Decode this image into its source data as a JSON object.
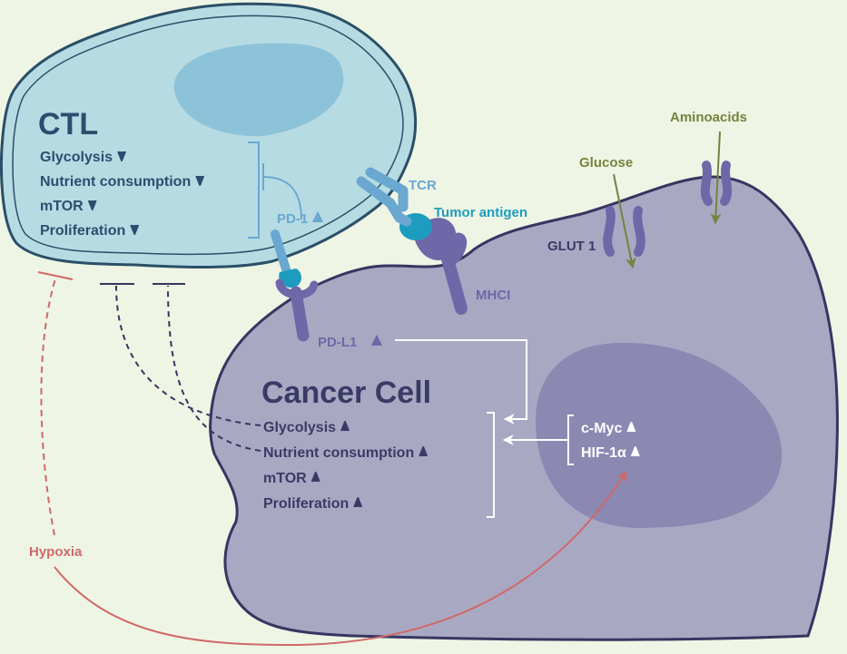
{
  "colors": {
    "background": "#eef5e4",
    "ctl_fill": "#b7dbe3",
    "ctl_stroke": "#2a4f67",
    "ctl_nucleus": "#8cc3d9",
    "ctl_text": "#2e4d6e",
    "cancer_fill": "#a9a8c3",
    "cancer_stroke": "#353660",
    "cancer_nucleus": "#8b88b2",
    "cancer_text": "#3a3a66",
    "receptor_blue": "#6aa7d1",
    "antigen_teal": "#1d9cc0",
    "mhc_purple": "#6e68a8",
    "nutrient_olive": "#77823f",
    "hypoxia_red": "#d06868",
    "inhibit_blue": "#6aa7d1",
    "arrow_white": "#ffffff"
  },
  "icons": {
    "down_marker": "chevron-down-icon",
    "up_marker": "chevron-up-icon"
  },
  "ctl": {
    "title": "CTL",
    "items": [
      {
        "label": "Glycolysis",
        "trend": "down"
      },
      {
        "label": "Nutrient consumption",
        "trend": "down"
      },
      {
        "label": "mTOR",
        "trend": "down"
      },
      {
        "label": "Proliferation",
        "trend": "down"
      }
    ],
    "pd1_label": "PD-1",
    "tcr_label": "TCR",
    "tumor_antigen_label": "Tumor antigen"
  },
  "cancer": {
    "title": "Cancer Cell",
    "items": [
      {
        "label": "Glycolysis",
        "trend": "up"
      },
      {
        "label": "Nutrient consumption",
        "trend": "up"
      },
      {
        "label": "mTOR",
        "trend": "up"
      },
      {
        "label": "Proliferation",
        "trend": "up"
      }
    ],
    "pdl1_label": "PD-L1",
    "mhc_label": "MHCI",
    "glut_label": "GLUT 1",
    "nucleus_items": [
      {
        "label": "c-Myc",
        "trend": "up"
      },
      {
        "label": "HIF-1α",
        "trend": "up"
      }
    ]
  },
  "external": {
    "glucose_label": "Glucose",
    "aminoacids_label": "Aminoacids",
    "hypoxia_label": "Hypoxia"
  }
}
